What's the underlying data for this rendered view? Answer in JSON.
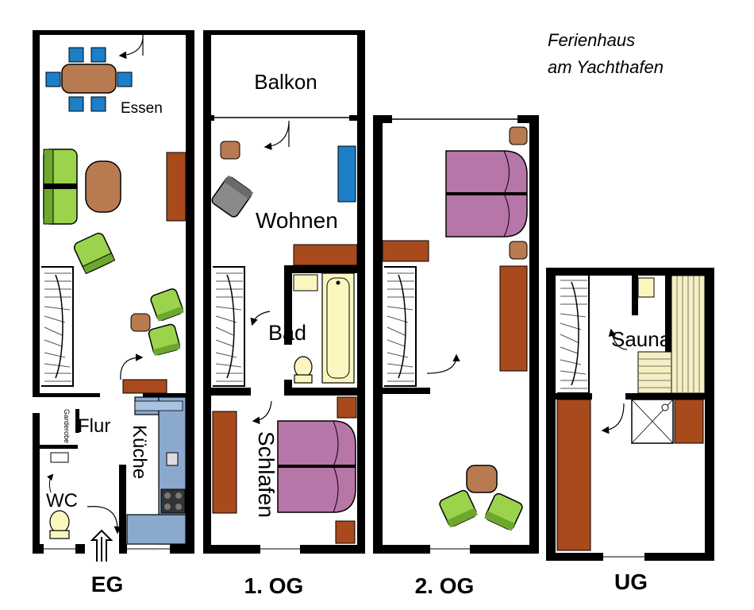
{
  "title": {
    "line1": "Ferienhaus",
    "line2": "am Yachthafen"
  },
  "floors": {
    "eg": {
      "label": "EG",
      "rooms": {
        "essen": "Essen",
        "flur": "Flur",
        "garderobe": "Garderobe",
        "kueche": "Küche",
        "wc": "WC"
      }
    },
    "og1": {
      "label": "1. OG",
      "rooms": {
        "balkon": "Balkon",
        "wohnen": "Wohnen",
        "bad": "Bad",
        "schlafen": "Schlafen"
      }
    },
    "og2": {
      "label": "2. OG"
    },
    "ug": {
      "label": "UG",
      "rooms": {
        "sauna": "Sauna"
      }
    }
  },
  "colors": {
    "wall": "#000000",
    "chair_blue": "#1c7fc8",
    "table_brown": "#b87a50",
    "sofa_green": "#9bd34c",
    "cabinet_brown": "#a84a1c",
    "bed_purple": "#b776a8",
    "kitchen_blue": "#8aa9cd",
    "bath_yellow": "#fbf6c0",
    "sauna_bench": "#f6efc2",
    "armchair_grey": "#8a8a8a",
    "window_blue": "#0b5bb5"
  },
  "icons": [
    "entrance-arrow-icon",
    "door-swing-icon",
    "staircase-icon",
    "stove-icon",
    "toilet-icon",
    "bathtub-icon",
    "sink-icon",
    "shower-icon"
  ]
}
